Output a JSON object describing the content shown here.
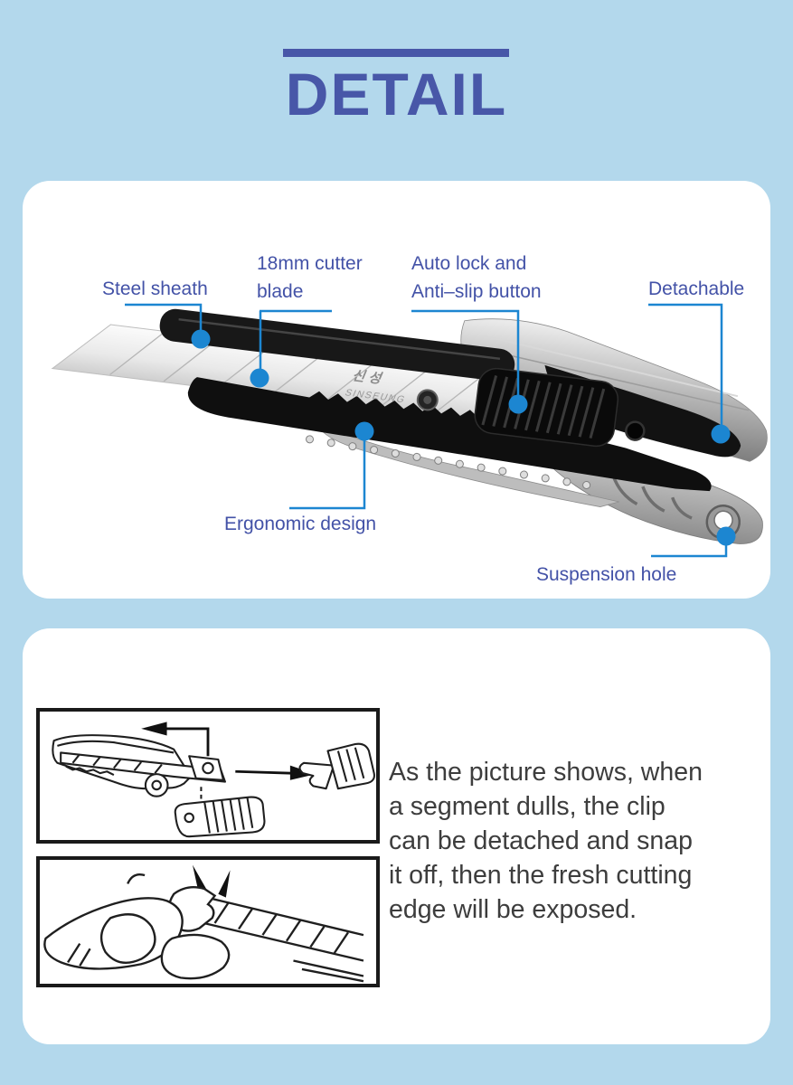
{
  "page": {
    "background_color": "#b3d8ec",
    "accent_color": "#4857a8",
    "label_color": "#4352a7",
    "callout_line_color": "#1c86d1"
  },
  "header": {
    "title": "DETAIL"
  },
  "detail_panel": {
    "callouts": {
      "steel_sheath": {
        "label": "Steel sheath"
      },
      "cutter_blade": {
        "line1": "18mm cutter",
        "line2": "blade"
      },
      "auto_lock": {
        "line1": "Auto lock and",
        "line2": "Anti–slip button"
      },
      "detachable": {
        "label": "Detachable"
      },
      "ergonomic": {
        "label": "Ergonomic design"
      },
      "suspension": {
        "label": "Suspension hole"
      }
    },
    "knife_markings": {
      "korean": "신  성",
      "brand": "SINSEUNG"
    }
  },
  "instruction_panel": {
    "description_lines": [
      "As the picture shows, when",
      "a segment dulls, the clip",
      "can be detached and snap",
      "it off, then the fresh cutting",
      "edge will be exposed."
    ]
  }
}
